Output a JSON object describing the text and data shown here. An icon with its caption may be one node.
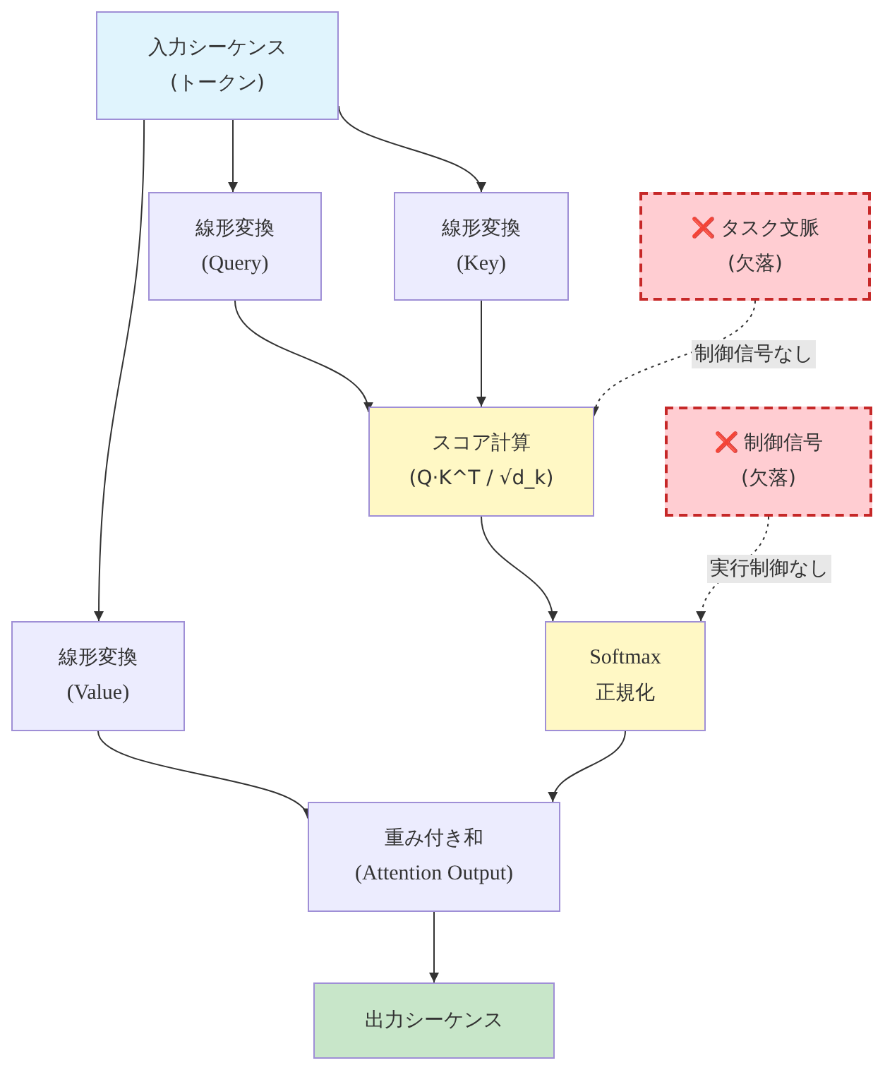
{
  "diagram": {
    "nodes": [
      {
        "text": [
          "入力シーケンス",
          "(トークン)"
        ]
      },
      {
        "text": [
          "線形変換",
          "(Query)"
        ]
      },
      {
        "text": [
          "線形変換",
          "(Key)"
        ]
      },
      {
        "text": [
          "❌ タスク文脈",
          "(欠落)"
        ]
      },
      {
        "text": [
          "スコア計算",
          "(Q·K^T / √d_k)"
        ]
      },
      {
        "text": [
          "❌ 制御信号",
          "(欠落)"
        ]
      },
      {
        "text": [
          "線形変換",
          "(Value)"
        ]
      },
      {
        "text": [
          "Softmax",
          "正規化"
        ]
      },
      {
        "text": [
          "重み付き和",
          "(Attention Output)"
        ]
      },
      {
        "text": [
          "出力シーケンス"
        ]
      }
    ],
    "edges": [
      {
        "from": 0,
        "to": 1,
        "arrow": "to"
      },
      {
        "from": 0,
        "to": 2,
        "arrow": "to"
      },
      {
        "from": 0,
        "to": 6,
        "arrow": "to"
      },
      {
        "from": 1,
        "to": 4,
        "arrow": "to"
      },
      {
        "from": 2,
        "to": 4,
        "arrow": "to"
      },
      {
        "from": 3,
        "to": 4,
        "arrow": "to",
        "label": "制御信号なし",
        "style": "dashed"
      },
      {
        "from": 4,
        "to": 7,
        "arrow": "to"
      },
      {
        "from": 5,
        "to": 7,
        "arrow": "to",
        "label": "実行制御なし",
        "style": "dashed"
      },
      {
        "from": 6,
        "to": 8,
        "arrow": "to"
      },
      {
        "from": 7,
        "to": 8,
        "arrow": "to"
      },
      {
        "from": 8,
        "to": 9,
        "arrow": "to"
      }
    ]
  }
}
